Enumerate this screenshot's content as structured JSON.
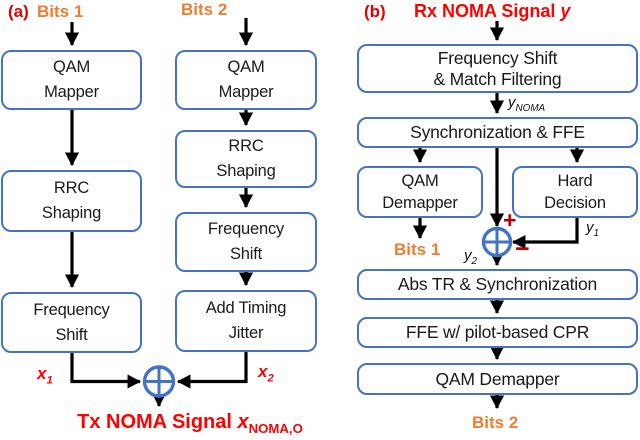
{
  "colors": {
    "box_border": "#4472C4",
    "arrow": "#000000",
    "bits_orange": "#ED7D31",
    "signal_red": "#FF0000",
    "operator_dark_red": "#C00000"
  },
  "panel_a": {
    "label": "(a)",
    "bits1": "Bits 1",
    "bits2": "Bits 2",
    "chain1": [
      {
        "l1": "QAM",
        "l2": "Mapper"
      },
      {
        "l1": "RRC",
        "l2": "Shaping"
      },
      {
        "l1": "Frequency",
        "l2": "Shift"
      }
    ],
    "chain2": [
      {
        "l1": "QAM",
        "l2": "Mapper"
      },
      {
        "l1": "RRC",
        "l2": "Shaping"
      },
      {
        "l1": "Frequency",
        "l2": "Shift"
      },
      {
        "l1": "Add Timing",
        "l2": "Jitter"
      }
    ],
    "x1_var": "x",
    "x1_sub": "1",
    "x2_var": "x",
    "x2_sub": "2",
    "output_text": "Tx NOMA Signal ",
    "output_var": "x",
    "output_sub": "NOMA,O"
  },
  "panel_b": {
    "label": "(b)",
    "title_text": "Rx NOMA Signal ",
    "title_var": "y",
    "box1_l1": "Frequency Shift",
    "box1_l2": "& Match Filtering",
    "ynoma_var": "y",
    "ynoma_sub": "NOMA",
    "box2": "Synchronization & FFE",
    "box3_l1": "QAM",
    "box3_l2": "Demapper",
    "box4_l1": "Hard",
    "box4_l2": "Decision",
    "bits1": "Bits 1",
    "plus": "+",
    "minus": "−",
    "y1_var": "y",
    "y1_sub": "1",
    "y2_var": "y",
    "y2_sub": "2",
    "box5": "Abs TR & Synchronization",
    "box6": "FFE w/ pilot-based CPR",
    "box7": "QAM Demapper",
    "bits2": "Bits 2"
  }
}
